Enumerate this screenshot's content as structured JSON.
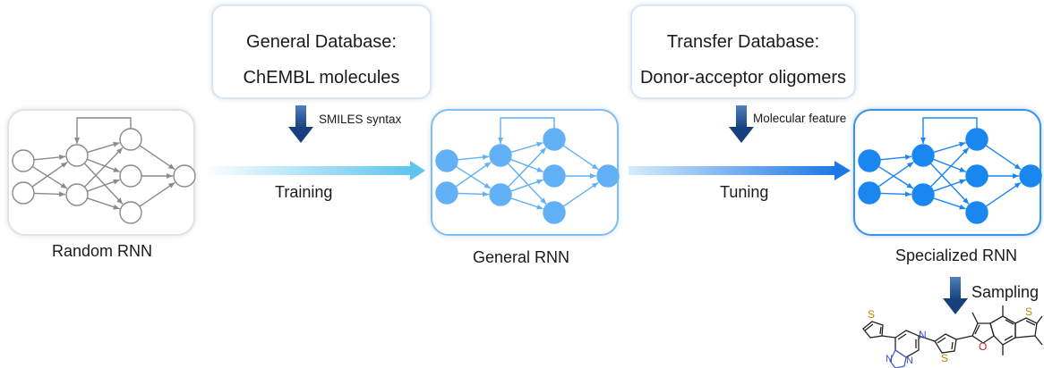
{
  "general_database": {
    "title": "General Database:",
    "subtitle": "ChEMBL molecules"
  },
  "transfer_database": {
    "title": "Transfer Database:",
    "subtitle": "Donor-acceptor oligomers"
  },
  "arrows": {
    "smiles": "SMILES syntax",
    "molecular": "Molecular feature",
    "training": "Training",
    "tuning": "Tuning",
    "sampling": "Sampling"
  },
  "networks": {
    "random": "Random RNN",
    "general": "General RNN",
    "specialized": "Specialized RNN"
  },
  "molecule_atoms": {
    "s1": "S",
    "n1": "N",
    "n2": "N",
    "n3": "N",
    "s2": "S",
    "o1": "O",
    "s3": "S"
  },
  "colors": {
    "random_node_fill": "#ffffff",
    "general_node_fill": "#62b0f5",
    "specialized_node_fill": "#1a86f0",
    "down_arrow": "#1f4f8f"
  }
}
